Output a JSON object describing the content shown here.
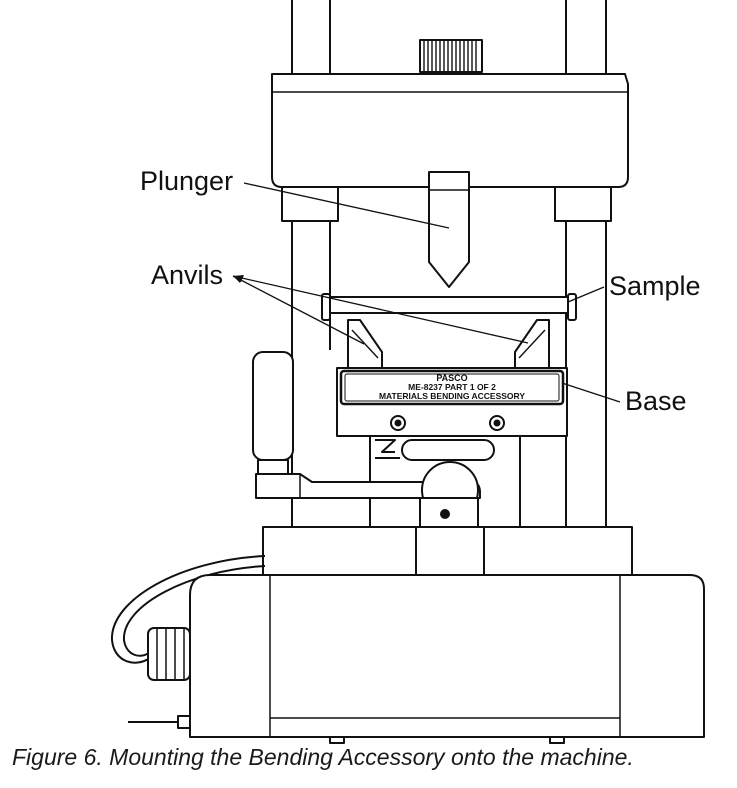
{
  "labels": {
    "plunger": "Plunger",
    "anvils": "Anvils",
    "sample": "Sample",
    "base": "Base"
  },
  "nameplate": {
    "brand": "PASCO",
    "line1": "ME-8237  PART 1 OF 2",
    "line2": "MATERIALS BENDING ACCESSORY"
  },
  "caption": "Figure 6. Mounting the Bending Accessory onto the machine."
}
